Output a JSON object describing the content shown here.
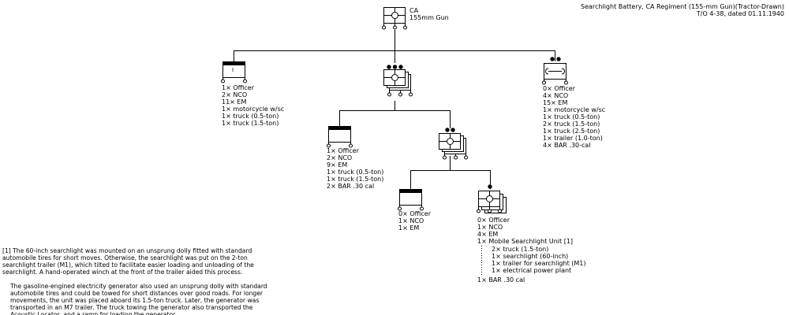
{
  "title": {
    "line1": "Searchlight Battery, CA Regiment (155-mm Gun)(Tractor-Drawn)",
    "line2": "T/O 4-38, dated 01.11.1940"
  },
  "top_unit": {
    "line1": "CA",
    "line2": "155mm Gun"
  },
  "left_unit": {
    "symbol_label": "I",
    "lines": [
      "1× Officer",
      "2× NCO",
      "11× EM",
      "1× motorcycle w/sc",
      "1× truck (0.5-ton)",
      "1× truck (1.5-ton)"
    ]
  },
  "right_unit": {
    "lines": [
      "0× Officer",
      "4× NCO",
      "15× EM",
      "1× motorcycle w/sc",
      "1× truck (0.5-ton)",
      "2× truck (1.5-ton)",
      "1× truck (2.5-ton)",
      "1× trailer (1.0-ton)",
      "4× BAR .30-cal"
    ]
  },
  "mid_hq": {
    "lines": [
      "1× Officer",
      "2× NCO",
      "9× EM",
      "1× truck (0.5-ton)",
      "1× truck (1.5-ton)",
      "2× BAR .30 cal"
    ]
  },
  "small_hq": {
    "lines": [
      "0× Officer",
      "1× NCO",
      "1× EM"
    ]
  },
  "squad": {
    "lines": [
      "0× Officer",
      "1× NCO",
      "4× EM",
      "1× Mobile Searchlight Unit [1]"
    ],
    "sub_lines": [
      "2× truck (1.5-ton)",
      "1× searchlight (60-inch)",
      "1× trailer for searchlight (M1)",
      "1× electrical power plant"
    ],
    "last_line": "1× BAR .30 cal"
  },
  "notes": {
    "p1": "[1] The 60-inch searchlight was mounted on an unsprung dolly fitted with standard automobile tires for short moves. Otherwise, the searchlight was put on the 2-ton searchlight trailer (M1), which tilted to facilitate easier loading and unloading of the searchlight. A hand-operated winch at the front of the trailer aided this process.",
    "p2": "The gasoline-engined electricity generator also used an unsprung dolly with standard automobile tires and could be towed for short distances over good roads. For longer movements, the unit was placed aboard its 1.5-ton truck. Later, the generator was transported in an M7 trailer. The truck towing the generator also transported the Acoustic Locator, and a ramp for loading the generator."
  },
  "colors": {
    "ink": "#000000",
    "background": "#ffffff"
  }
}
